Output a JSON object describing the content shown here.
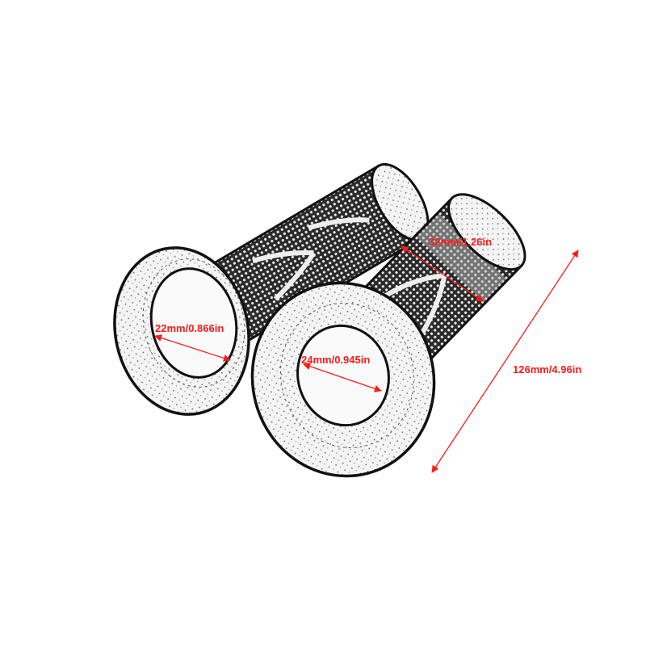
{
  "colors": {
    "dimension": "#ff1a1a",
    "outline": "#111111",
    "background": "#ffffff"
  },
  "dimensions": {
    "grip_diameter": "32mm/1.26in",
    "left_inner_diameter": "22mm/0.866in",
    "right_inner_diameter": "24mm/0.945in",
    "length": "126mm/4.96in"
  }
}
